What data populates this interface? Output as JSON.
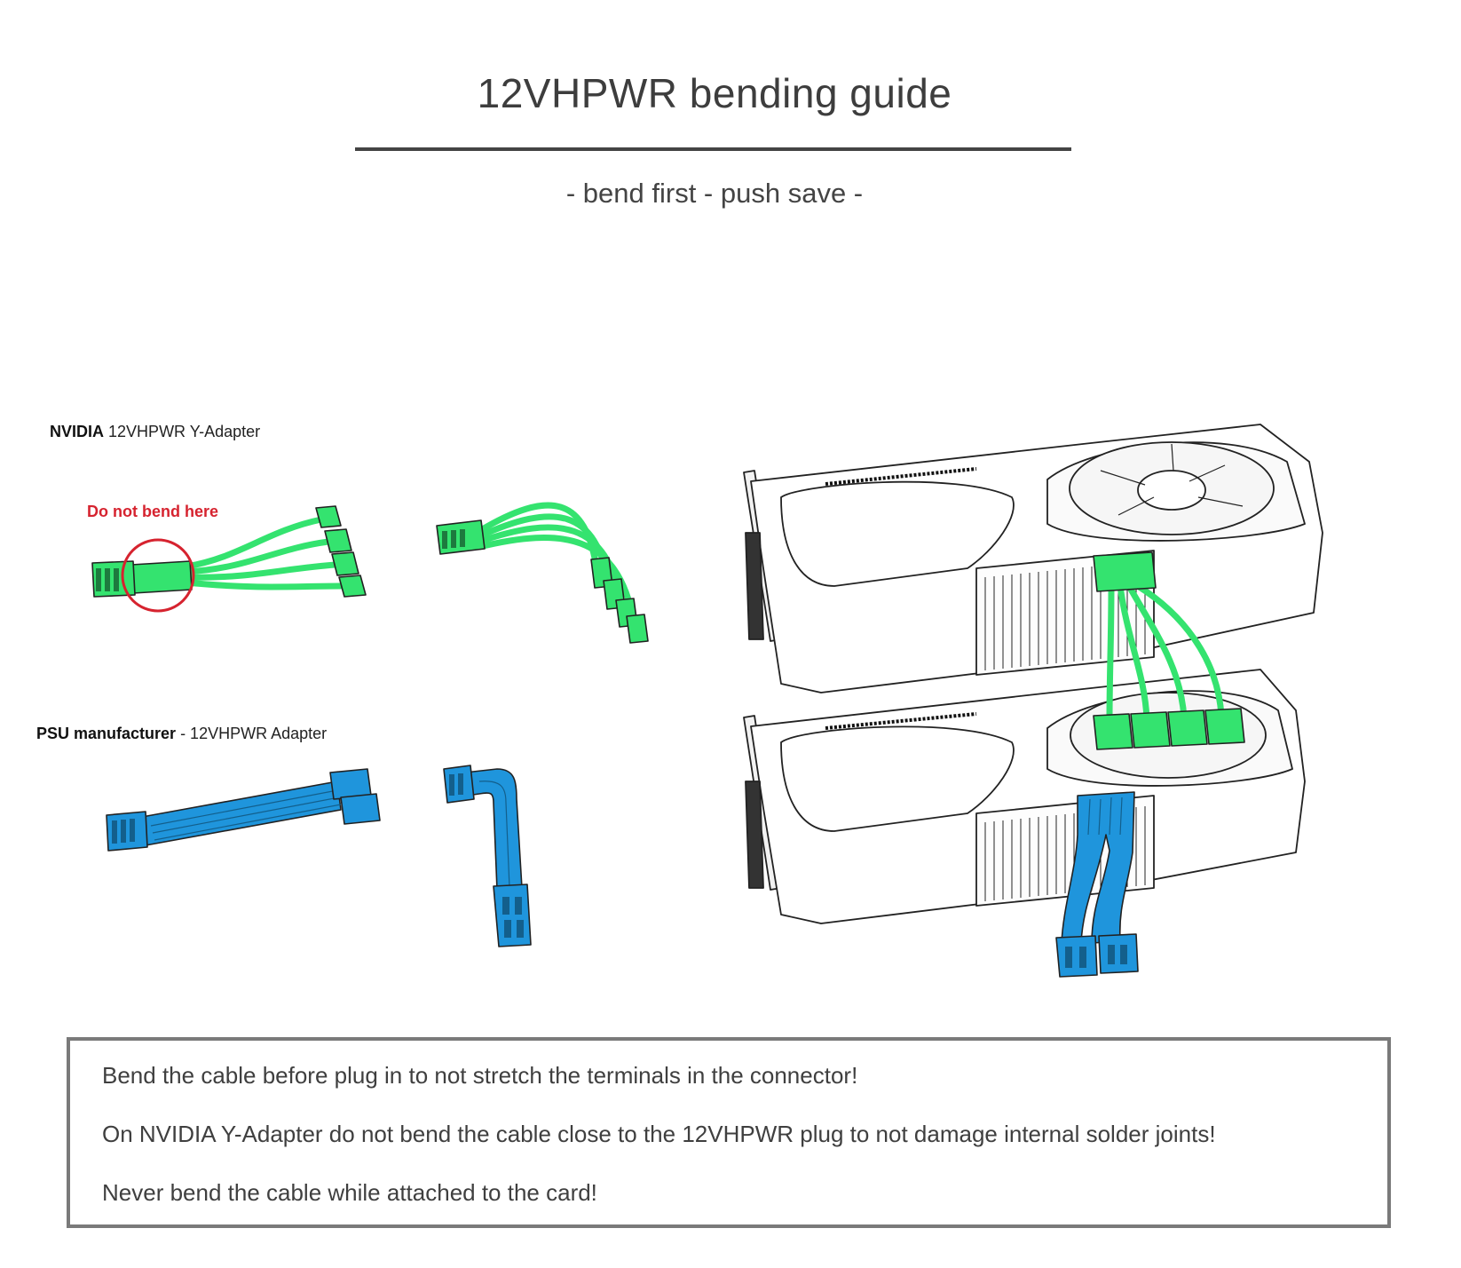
{
  "header": {
    "title": "12VHPWR bending guide",
    "subtitle": "- bend first - push save -"
  },
  "nvidia_section": {
    "brand": "NVIDIA",
    "product": "12VHPWR Y-Adapter",
    "warning": "Do not bend here"
  },
  "psu_section": {
    "brand": "PSU manufacturer",
    "product": "- 12VHPWR Adapter"
  },
  "notes": [
    "Bend the cable before plug in to not stretch the terminals in the connector!",
    "On NVIDIA Y-Adapter do not bend the cable close to the 12VHPWR plug to not damage internal solder joints!",
    "Never bend the cable while attached to the card!"
  ],
  "colors": {
    "nvidia_cable": "#34e36f",
    "psu_cable": "#1f95dc",
    "warning": "#d6232f",
    "outline": "#222222"
  }
}
